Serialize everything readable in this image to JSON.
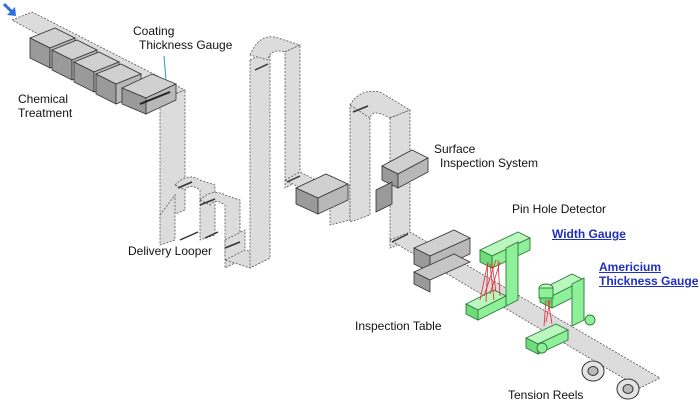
{
  "labels": {
    "chemical_treatment": [
      "Chemical",
      "Treatment"
    ],
    "coating_thickness_gauge": [
      "Coating",
      "Thickness Gauge"
    ],
    "delivery_looper": "Delivery Looper",
    "surface_inspection": [
      "Surface",
      "Inspection System"
    ],
    "pin_hole_detector": "Pin Hole Detector",
    "width_gauge": "Width Gauge",
    "americium_thickness_gauge": [
      "Americium",
      "Thickness Gauge"
    ],
    "inspection_table": "Inspection Table",
    "tension_reels": "Tension Reels"
  },
  "colors": {
    "strip": "#dcdcdc",
    "strip_edge": "#555555",
    "equipment": "#b5b5b5",
    "equipment_dark": "#7a7a7a",
    "gauge_green": "#9ff5a8",
    "gauge_green_dark": "#3aa34a",
    "beam": "#e0282e",
    "link": "#1f2fbf",
    "arrow": "#2f6fe0"
  },
  "icons": {
    "entry_arrow": "arrow-down-right-icon"
  }
}
